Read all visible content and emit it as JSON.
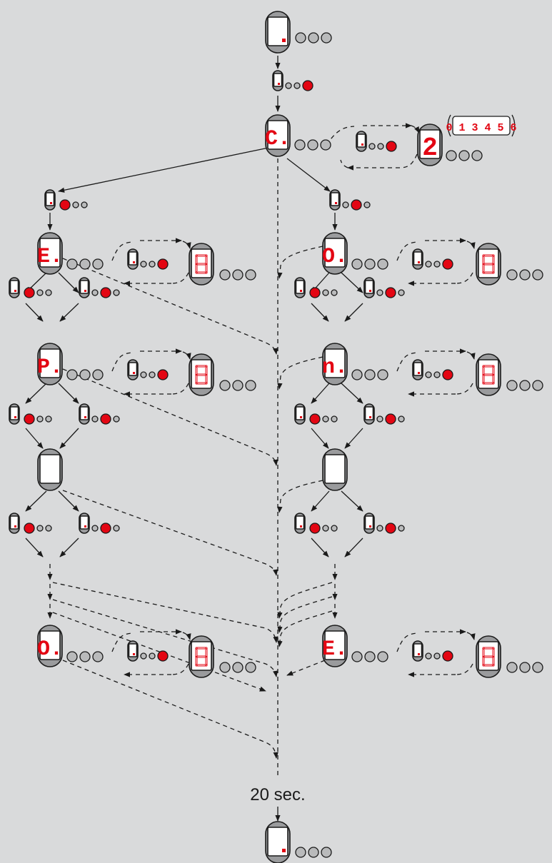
{
  "diagram": {
    "timeout_label": "20 sec.",
    "display_codes": {
      "menu_main": "C.",
      "menu_left_1": "E.",
      "menu_left_2": "P.",
      "menu_left_4": "O.",
      "menu_right_1": "O.",
      "menu_right_2": "n.",
      "menu_right_4": "E.",
      "value_main": "2",
      "value_range": "0 1 3 4 5 6"
    },
    "colors": {
      "background": "#d9dadb",
      "device_body": "#9a9b9d",
      "digit_red": "#e30613",
      "led_off": "#b9babb"
    }
  }
}
